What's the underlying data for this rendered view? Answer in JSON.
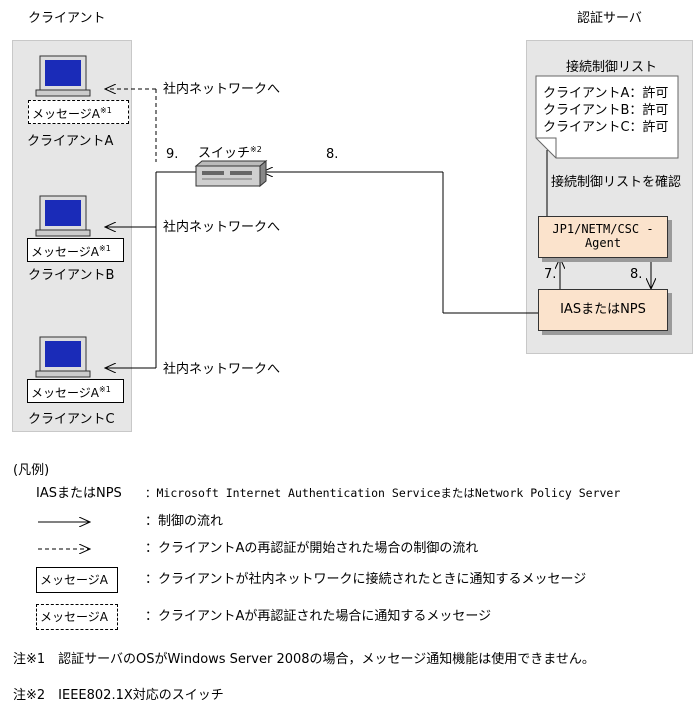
{
  "labels": {
    "client_group": "クライアント",
    "server_group": "認証サーバ",
    "client_a": "クライアントA",
    "client_b": "クライアントB",
    "client_c": "クライアントC",
    "message_a": "メッセージA",
    "note_mark_1": "※1",
    "note_mark_2": "※2",
    "switch": "スイッチ",
    "to_internal_network": "社内ネットワークへ",
    "acl_title": "接続制御リスト",
    "acl_items": [
      "クライアントA：許可",
      "クライアントB：許可",
      "クライアントC：許可"
    ],
    "acl_check": "接続制御リストを確認",
    "agent_line1": "JP1/NETM/CSC -",
    "agent_line2": "Agent",
    "ias": "IASまたはNPS",
    "step_7": "7.",
    "step_8": "8.",
    "step_9": "9."
  },
  "legend": {
    "title": "(凡例)",
    "rows": [
      {
        "key": "IASまたはNPS",
        "desc": "：Microsoft Internet Authentication ServiceまたはNetwork Policy Server"
      },
      {
        "key": "",
        "desc": "：制御の流れ"
      },
      {
        "key": "",
        "desc": "：クライアントAの再認証が開始された場合の制御の流れ"
      },
      {
        "key": "メッセージA",
        "desc": "：クライアントが社内ネットワークに接続されたときに通知するメッセージ"
      },
      {
        "key": "メッセージA",
        "desc": "：クライアントAが再認証された場合に通知するメッセージ"
      }
    ]
  },
  "notes": [
    "注※1　認証サーバのOSがWindows Server 2008の場合，メッセージ通知機能は使用できません。",
    "注※2　IEEE802.1X対応のスイッチ"
  ],
  "colors": {
    "panel": "#e6e6e6",
    "node_fill": "#fbe3cc",
    "monitor_screen": "#1a2bb8"
  },
  "icons": [
    "monitor-icon",
    "switch-icon",
    "document-icon",
    "arrow-icon"
  ]
}
